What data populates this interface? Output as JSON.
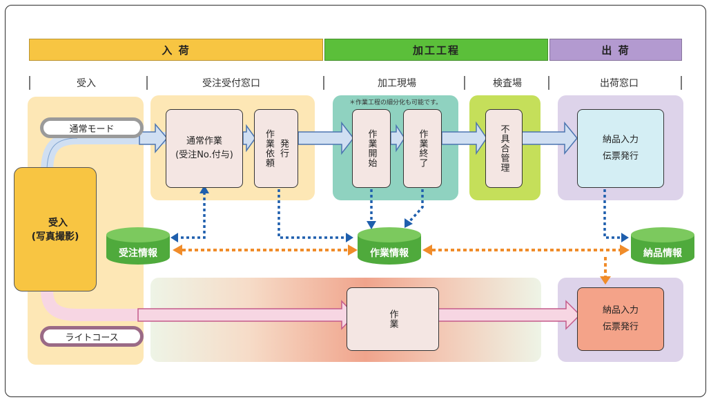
{
  "phases": {
    "arrival": "入 荷",
    "processing": "加工工程",
    "shipping": "出 荷"
  },
  "sections": {
    "receive": "受入",
    "order_window": "受注受付窓口",
    "site": "加工現場",
    "inspection": "検査場",
    "ship_window": "出荷窓口"
  },
  "note": "＊作業工程の細分化も可能です。",
  "modes": {
    "normal": "通常モード",
    "light": "ライトコース"
  },
  "receive_box": {
    "line1": "受入",
    "line2": "(写真撮影)"
  },
  "normal_work": {
    "line1": "通常作業",
    "line2": "(受注No.付与)"
  },
  "issue_col1": "発行",
  "issue_col2": "作業依頼",
  "work_start": "作業開始",
  "work_end": "作業終了",
  "defect_mgmt": "不具合管理",
  "delivery_box": {
    "line1": "納品入力",
    "line2": "伝票発行"
  },
  "light_work": "作業",
  "light_delivery": {
    "line1": "納品入力",
    "line2": "伝票発行"
  },
  "databases": {
    "order_info": "受注情報",
    "work_info": "作業情報",
    "delivery_info": "納品情報"
  },
  "colors": {
    "arrival": "#f7c542",
    "processing": "#5bbf3a",
    "shipping": "#b39ad0",
    "db_green": "#4faa3c",
    "dotted_blue": "#1f5fad",
    "dotted_orange": "#f08c2a"
  }
}
